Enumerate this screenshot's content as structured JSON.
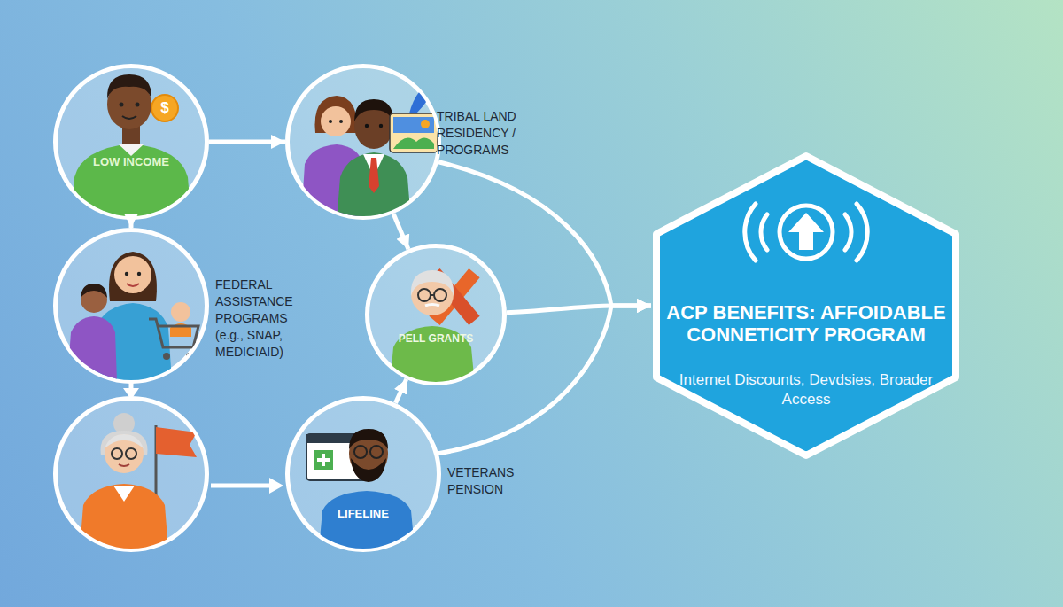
{
  "diagram": {
    "nodes": [
      {
        "text": [
          "LOW INCOME"
        ]
      },
      {
        "text": [
          "TRIBAL LAND RESIDENCY / PROGRAMS"
        ]
      },
      {
        "text": [
          "FEDERAL ASSISTANCE PROGRAMS (e.g., SNAP, MEDICIAID)"
        ]
      },
      {
        "text": [
          "PELL GRANTS"
        ]
      },
      {
        "text": [
          "LIFELINE",
          "VETERANS PENSION"
        ]
      },
      {
        "text": [
          "ACP BENEFITS: AFFOIDABLE CONNETICITY PROGRAM",
          "Internet Discounts, Devdsies, Broader Access"
        ]
      }
    ],
    "edges": [
      {
        "from": 0,
        "to": 1,
        "arrow": "to"
      },
      {
        "from": 0,
        "to": 2,
        "arrow": "to"
      },
      {
        "from": 1,
        "to": 3,
        "arrow": "to"
      },
      {
        "from": 4,
        "to": 3,
        "arrow": "to"
      },
      {
        "from": 1,
        "to": 5,
        "arrow": "to"
      },
      {
        "from": 3,
        "to": 5,
        "arrow": "to"
      },
      {
        "from": 4,
        "to": 5,
        "arrow": "to"
      }
    ],
    "labels": [
      "$"
    ]
  }
}
